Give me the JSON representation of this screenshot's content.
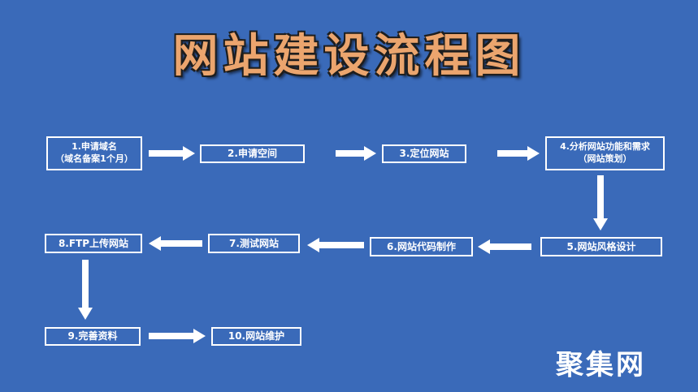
{
  "title": "网站建设流程图",
  "watermark": "聚集网",
  "colors": {
    "background": "#3a6ab9",
    "box_border": "#ffffff",
    "text": "#ffffff",
    "arrow": "#ffffff",
    "title": "#eba56e",
    "watermark": "#ffffff"
  },
  "flow": {
    "nodes": [
      {
        "id": "1",
        "label": "1.申请域名\n（域名备案1个月）"
      },
      {
        "id": "2",
        "label": "2.申请空间"
      },
      {
        "id": "3",
        "label": "3.定位网站"
      },
      {
        "id": "4",
        "label": "4.分析网站功能和需求\n（网站策划）"
      },
      {
        "id": "5",
        "label": "5.网站风格设计"
      },
      {
        "id": "6",
        "label": "6.网站代码制作"
      },
      {
        "id": "7",
        "label": "7.测试网站"
      },
      {
        "id": "8",
        "label": "8.FTP上传网站"
      },
      {
        "id": "9",
        "label": "9.完善资料"
      },
      {
        "id": "10",
        "label": "10.网站维护"
      }
    ],
    "edges": [
      {
        "from": "1",
        "to": "2",
        "direction": "right"
      },
      {
        "from": "2",
        "to": "3",
        "direction": "right"
      },
      {
        "from": "3",
        "to": "4",
        "direction": "right"
      },
      {
        "from": "4",
        "to": "5",
        "direction": "down"
      },
      {
        "from": "5",
        "to": "6",
        "direction": "left"
      },
      {
        "from": "6",
        "to": "7",
        "direction": "left"
      },
      {
        "from": "7",
        "to": "8",
        "direction": "left"
      },
      {
        "from": "8",
        "to": "9",
        "direction": "down"
      },
      {
        "from": "9",
        "to": "10",
        "direction": "right"
      }
    ]
  }
}
